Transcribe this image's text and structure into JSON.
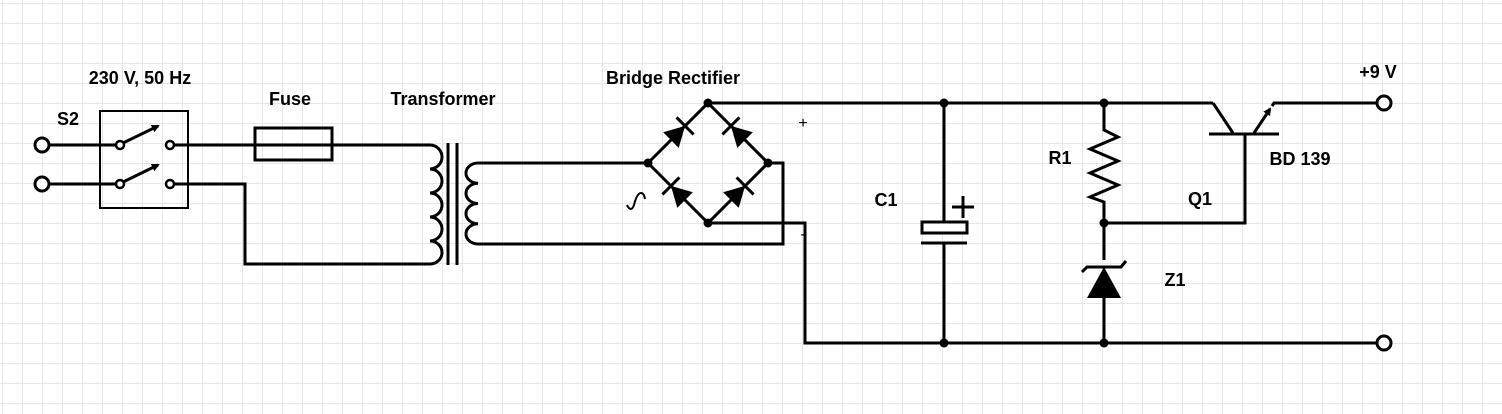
{
  "labels": {
    "mains": "230 V, 50 Hz",
    "switch": "S2",
    "fuse": "Fuse",
    "transformer": "Transformer",
    "bridge": "Bridge Rectifier",
    "plus_small": "+",
    "minus_small": "-",
    "capacitor": "C1",
    "resistor": "R1",
    "transistor": "Q1",
    "transistor_part": "BD 139",
    "zener": "Z1",
    "output": "+9 V"
  },
  "colors": {
    "wire": "#000000",
    "grid": "#e6e6e6",
    "background": "#ffffff"
  }
}
